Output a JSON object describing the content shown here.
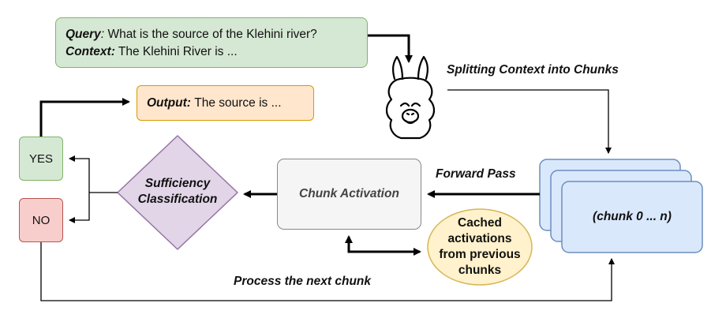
{
  "query": {
    "query_label": "Query",
    "query_text": "What is the source of the Klehini river?",
    "context_label": "Context:",
    "context_text": "The Klehini River is ..."
  },
  "output": {
    "label": "Output:",
    "text": "The source is ..."
  },
  "decision": {
    "yes": "YES",
    "no": "NO"
  },
  "sufficiency": {
    "line1": "Sufficiency",
    "line2": "Classification"
  },
  "chunk_activation": {
    "label": "Chunk Activation"
  },
  "cached": {
    "line1": "Cached",
    "line2": "activations",
    "line3": "from previous",
    "line4": "chunks"
  },
  "chunks": {
    "label": "(chunk 0 ... n)"
  },
  "edges": {
    "split": "Splitting Context into Chunks",
    "forward": "Forward Pass",
    "next": "Process the next chunk"
  },
  "colors": {
    "green_fill": "#d5e8d4",
    "green_stroke": "#82b366",
    "orange_fill": "#ffe6cc",
    "orange_stroke": "#d79b00",
    "red_fill": "#f8cecc",
    "red_stroke": "#b85450",
    "purple_fill": "#e1d5e7",
    "purple_stroke": "#9673a6",
    "blue_fill": "#dae8fc",
    "blue_stroke": "#6c8ebf",
    "yellow_fill": "#fff2cc",
    "yellow_stroke": "#d6b656"
  },
  "icons": {
    "model": "llama-icon"
  }
}
